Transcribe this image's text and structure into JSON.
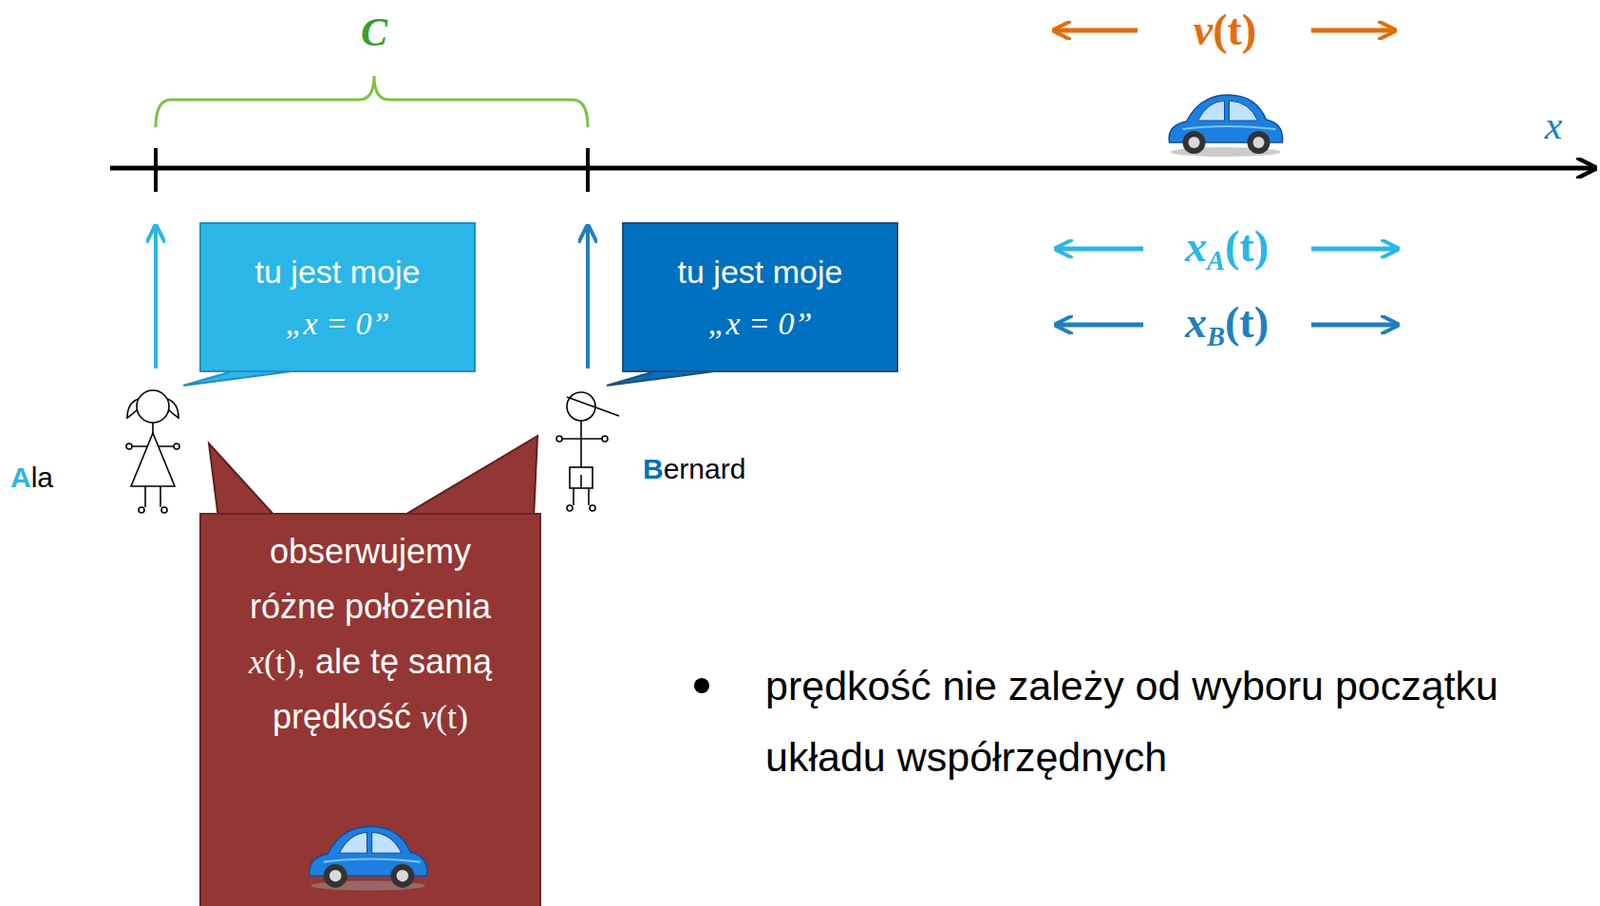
{
  "diagram": {
    "nodes": [
      {
        "text": [
          "tu jest moje „x = 0”"
        ]
      },
      {
        "text": [
          "tu jest moje „x = 0”"
        ]
      },
      {
        "text": [
          "obserwujemy różne położenia x(t), ale tę samą prędkość v(t)"
        ]
      }
    ],
    "labels": [
      "C",
      "v(t)",
      "x",
      "xA(t)",
      "xB(t)",
      "Ala",
      "Bernard",
      "prędkość nie zależy od wyboru początku układu współrzędnych"
    ]
  }
}
